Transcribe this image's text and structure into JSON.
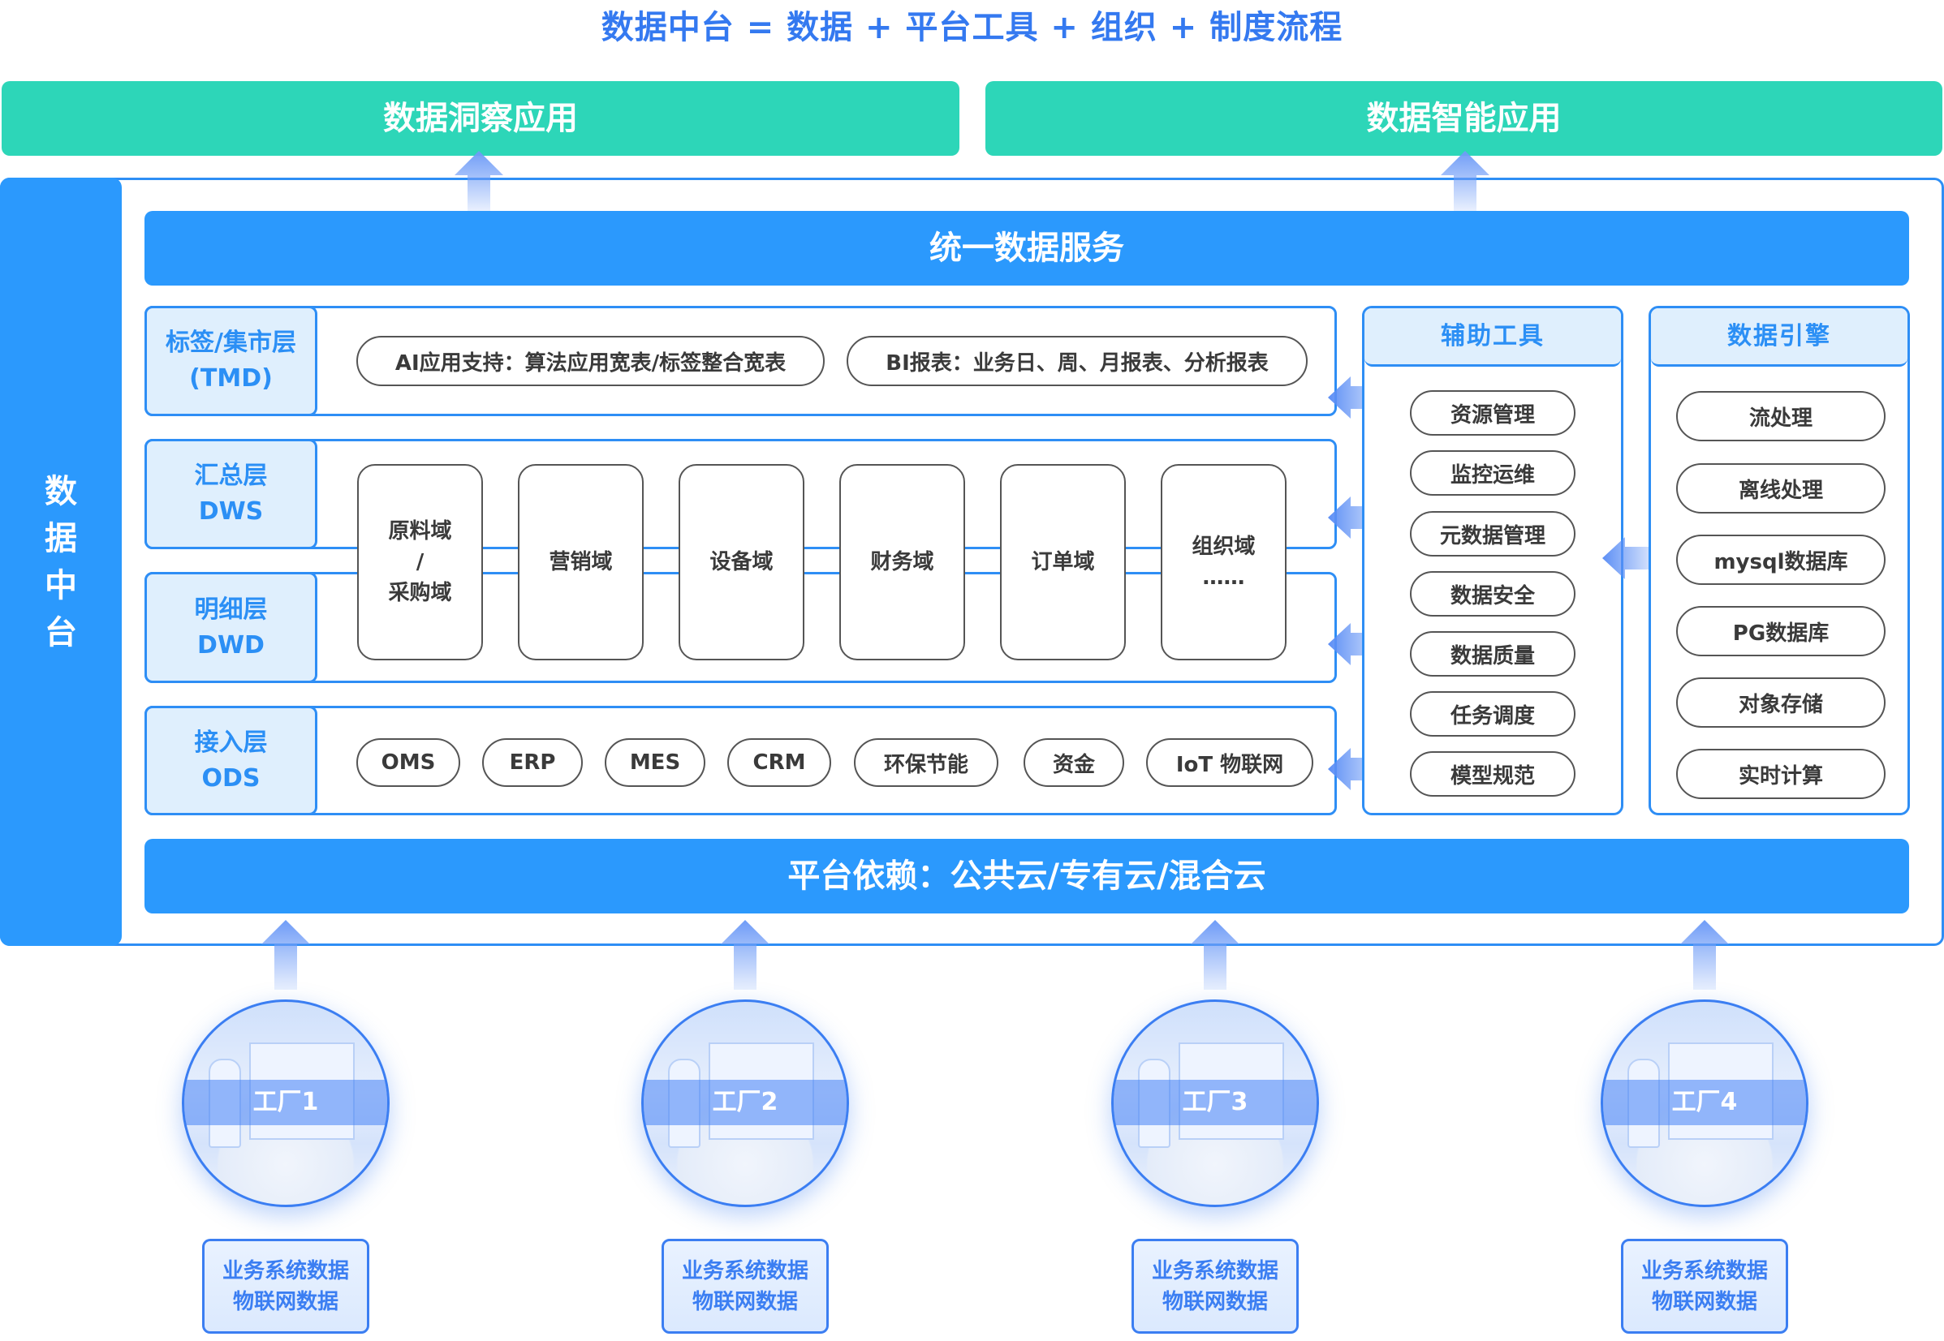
{
  "title": "数据中台 = 数据 + 平台工具 + 组织 + 制度流程",
  "apps": {
    "left": "数据洞察应用",
    "right": "数据智能应用"
  },
  "sidebar_label": [
    "数",
    "据",
    "中",
    "台"
  ],
  "unified_service": "统一数据服务",
  "layers": {
    "tmd": {
      "label_line1": "标签/集市层",
      "label_line2": "(TMD)",
      "items": [
        "AI应用支持：算法应用宽表/标签整合宽表",
        "BI报表：业务日、周、月报表、分析报表"
      ]
    },
    "dws": {
      "label_line1": "汇总层",
      "label_line2": "DWS"
    },
    "dwd": {
      "label_line1": "明细层",
      "label_line2": "DWD"
    },
    "domains": [
      {
        "line1": "原料域",
        "line2": "/",
        "line3": "采购域"
      },
      {
        "line1": "营销域"
      },
      {
        "line1": "设备域"
      },
      {
        "line1": "财务域"
      },
      {
        "line1": "订单域"
      },
      {
        "line1": "组织域",
        "line2": "……"
      }
    ],
    "ods": {
      "label_line1": "接入层",
      "label_line2": "ODS",
      "items": [
        "OMS",
        "ERP",
        "MES",
        "CRM",
        "环保节能",
        "资金",
        "IoT 物联网"
      ]
    }
  },
  "tools": {
    "title": "辅助工具",
    "items": [
      "资源管理",
      "监控运维",
      "元数据管理",
      "数据安全",
      "数据质量",
      "任务调度",
      "模型规范"
    ]
  },
  "engine": {
    "title": "数据引擎",
    "items": [
      "流处理",
      "离线处理",
      "mysql数据库",
      "PG数据库",
      "对象存储",
      "实时计算"
    ]
  },
  "platform": "平台依赖：公共云/专有云/混合云",
  "factories": [
    {
      "name": "工厂1",
      "data_line1": "业务系统数据",
      "data_line2": "物联网数据"
    },
    {
      "name": "工厂2",
      "data_line1": "业务系统数据",
      "data_line2": "物联网数据"
    },
    {
      "name": "工厂3",
      "data_line1": "业务系统数据",
      "data_line2": "物联网数据"
    },
    {
      "name": "工厂4",
      "data_line1": "业务系统数据",
      "data_line2": "物联网数据"
    }
  ],
  "colors": {
    "title": "#3479f0",
    "app_green": "#2dd6b8",
    "primary_blue": "#2b99fd",
    "border_blue": "#2e8ef5",
    "label_bg": "#dfeffd",
    "pill_border": "#555555",
    "factory_blue": "#3b7ef2"
  }
}
